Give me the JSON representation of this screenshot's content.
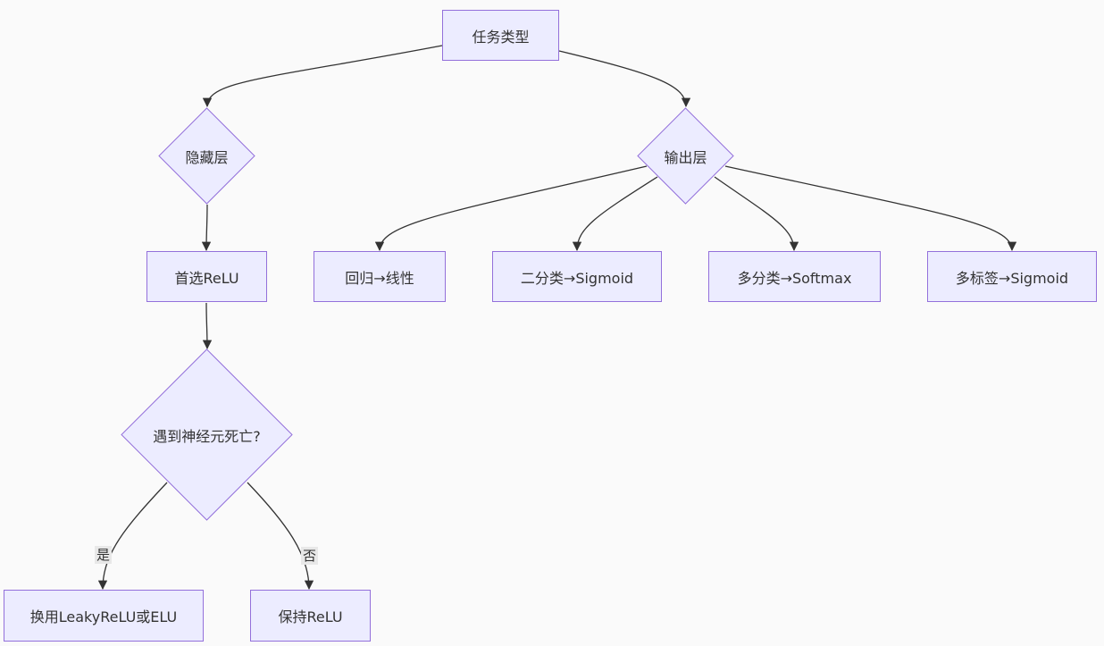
{
  "nodes": {
    "task_type": "任务类型",
    "hidden_layer": "隐藏层",
    "output_layer": "输出层",
    "prefer_relu": "首选ReLU",
    "regression": "回归→线性",
    "binary": "二分类→Sigmoid",
    "multiclass": "多分类→Softmax",
    "multilabel": "多标签→Sigmoid",
    "dead_neuron": "遇到神经元死亡?",
    "switch_leaky": "换用LeakyReLU或ELU",
    "keep_relu": "保持ReLU"
  },
  "edges": {
    "yes": "是",
    "no": "否"
  },
  "colors": {
    "node_fill": "#ececff",
    "node_stroke": "#9370db",
    "edge": "#333333",
    "background": "#fafafa"
  }
}
